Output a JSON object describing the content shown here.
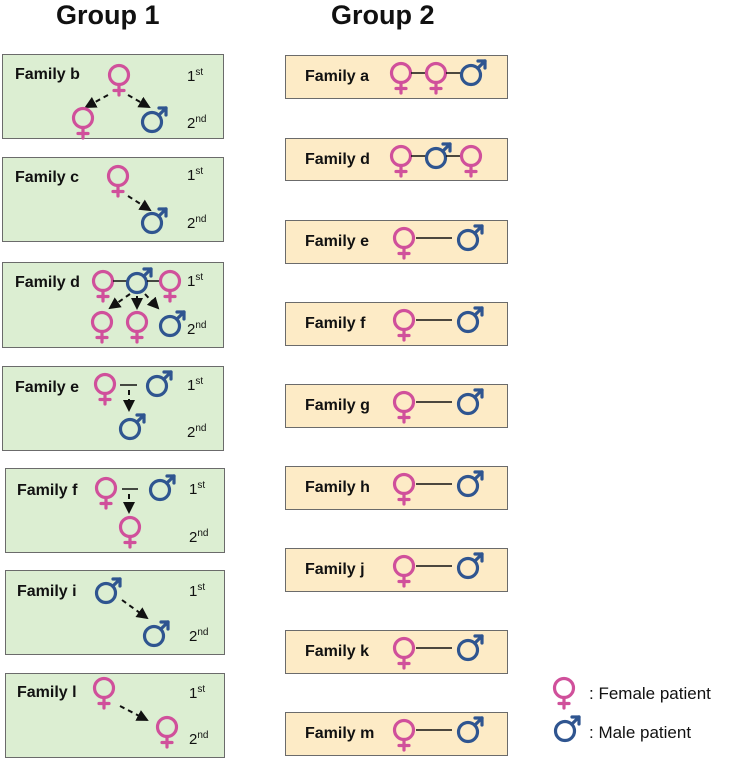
{
  "titles": {
    "group1": "Group 1",
    "group2": "Group 2"
  },
  "generation_labels": {
    "first": "1",
    "first_sup": "st",
    "second": "2",
    "second_sup": "nd"
  },
  "group1": [
    {
      "label": "Family b"
    },
    {
      "label": "Family c"
    },
    {
      "label": "Family d"
    },
    {
      "label": "Family e"
    },
    {
      "label": "Family f"
    },
    {
      "label": "Family i"
    },
    {
      "label": "Family l"
    }
  ],
  "group2": [
    {
      "label": "Family a",
      "members": [
        "female",
        "female",
        "male"
      ]
    },
    {
      "label": "Family d",
      "members": [
        "female",
        "male",
        "female"
      ]
    },
    {
      "label": "Family e",
      "members": [
        "female",
        "male"
      ]
    },
    {
      "label": "Family f",
      "members": [
        "female",
        "male"
      ]
    },
    {
      "label": "Family g",
      "members": [
        "female",
        "male"
      ]
    },
    {
      "label": "Family h",
      "members": [
        "female",
        "male"
      ]
    },
    {
      "label": "Family j",
      "members": [
        "female",
        "male"
      ]
    },
    {
      "label": "Family k",
      "members": [
        "female",
        "male"
      ]
    },
    {
      "label": "Family m",
      "members": [
        "female",
        "male"
      ]
    }
  ],
  "legend": {
    "female": ": Female patient",
    "male": ": Male patient"
  },
  "colors": {
    "female": "#d0509b",
    "male": "#2f5590",
    "group1_fill": "#dceed2",
    "group2_fill": "#fdebc6"
  },
  "icons": {
    "female": "female-symbol-icon",
    "male": "male-symbol-icon"
  }
}
